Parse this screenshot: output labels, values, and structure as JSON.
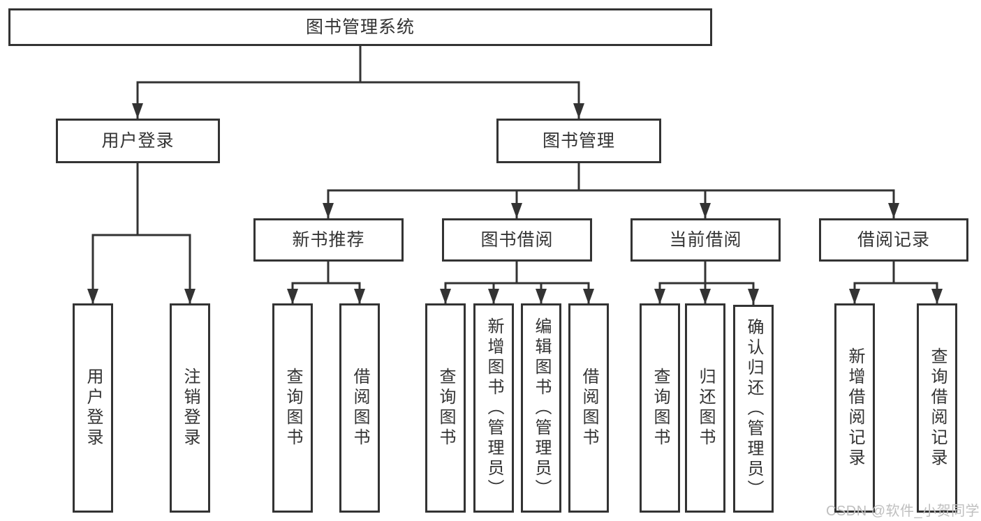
{
  "diagram": {
    "type": "hierarchy-tree",
    "watermark": "CSDN @软件_小贺同学",
    "colors": {
      "background": "#ffffff",
      "box_border": "#333333",
      "line": "#333333",
      "text": "#333333",
      "watermark": "#bfbfbf"
    },
    "tree": {
      "label": "图书管理系统",
      "children": [
        {
          "label": "用户登录",
          "children": [
            {
              "label": "用户登录"
            },
            {
              "label": "注销登录"
            }
          ]
        },
        {
          "label": "图书管理",
          "children": [
            {
              "label": "新书推荐",
              "children": [
                {
                  "label": "查询图书"
                },
                {
                  "label": "借阅图书"
                }
              ]
            },
            {
              "label": "图书借阅",
              "children": [
                {
                  "label": "查询图书"
                },
                {
                  "label": "新增图书（管理员）"
                },
                {
                  "label": "编辑图书（管理员）"
                },
                {
                  "label": "借阅图书"
                }
              ]
            },
            {
              "label": "当前借阅",
              "children": [
                {
                  "label": "查询图书"
                },
                {
                  "label": "归还图书"
                },
                {
                  "label": "确认归还（管理员）"
                }
              ]
            },
            {
              "label": "借阅记录",
              "children": [
                {
                  "label": "新增借阅记录"
                },
                {
                  "label": "查询借阅记录"
                }
              ]
            }
          ]
        }
      ]
    }
  }
}
